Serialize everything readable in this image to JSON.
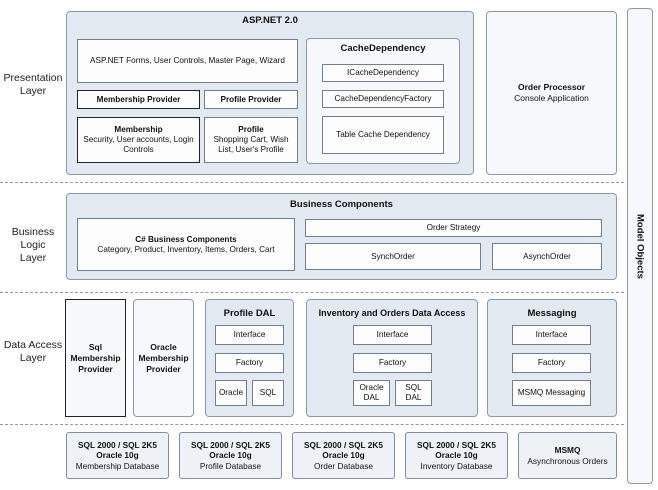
{
  "layers": {
    "presentation": [
      "Presentation",
      "Layer"
    ],
    "business": [
      "Business Logic",
      "Layer"
    ],
    "data_access": [
      "Data Access",
      "Layer"
    ]
  },
  "presentation": {
    "title": "ASP.NET 2.0",
    "forms": "ASP.NET Forms, User Controls, Master Page, Wizard",
    "membership_provider": "Membership Provider",
    "profile_provider": "Profile Provider",
    "membership": {
      "title": "Membership",
      "desc": "Security, User accounts, Login Controls"
    },
    "profile": {
      "title": "Profile",
      "desc": "Shopping Cart, Wish List, User's Profile"
    },
    "cache": {
      "title": "CacheDependency",
      "items": [
        "ICacheDependency",
        "CacheDependencyFactory",
        "Table Cache Dependency"
      ]
    }
  },
  "order_processor": {
    "title": "Order Processor",
    "subtitle": "Console Application"
  },
  "model_objects": "Model Objects",
  "business": {
    "title": "Business Components",
    "csharp": {
      "title": "C# Business Components",
      "desc": "Category, Product, Inventory, Items, Orders, Cart"
    },
    "order_strategy": "Order Strategy",
    "synch": "SynchOrder",
    "asynch": "AsynchOrder"
  },
  "data_access": {
    "sql_membership": [
      "Sql",
      "Membership",
      "Provider"
    ],
    "oracle_membership": [
      "Oracle",
      "Membership",
      "Provider"
    ],
    "profile_dal": {
      "title": "Profile DAL",
      "interface": "Interface",
      "factory": "Factory",
      "oracle": "Oracle",
      "sql": "SQL"
    },
    "inventory": {
      "title": "Inventory and Orders Data Access",
      "interface": "Interface",
      "factory": "Factory",
      "oracle": [
        "Oracle",
        "DAL"
      ],
      "sql": [
        "SQL",
        "DAL"
      ]
    },
    "messaging": {
      "title": "Messaging",
      "interface": "Interface",
      "factory": "Factory",
      "msmq": "MSMQ Messaging"
    }
  },
  "databases": [
    {
      "line1": "SQL 2000 / SQL 2K5",
      "line2": "Oracle 10g",
      "line3": "Membership Database"
    },
    {
      "line1": "SQL 2000 / SQL 2K5",
      "line2": "Oracle 10g",
      "line3": "Profile Database"
    },
    {
      "line1": "SQL 2000 / SQL 2K5",
      "line2": "Oracle 10g",
      "line3": "Order Database"
    },
    {
      "line1": "SQL 2000 / SQL 2K5",
      "line2": "Oracle 10g",
      "line3": "Inventory Database"
    }
  ],
  "msmq_db": {
    "line1": "MSMQ",
    "line2": "Asynchronous Orders"
  }
}
